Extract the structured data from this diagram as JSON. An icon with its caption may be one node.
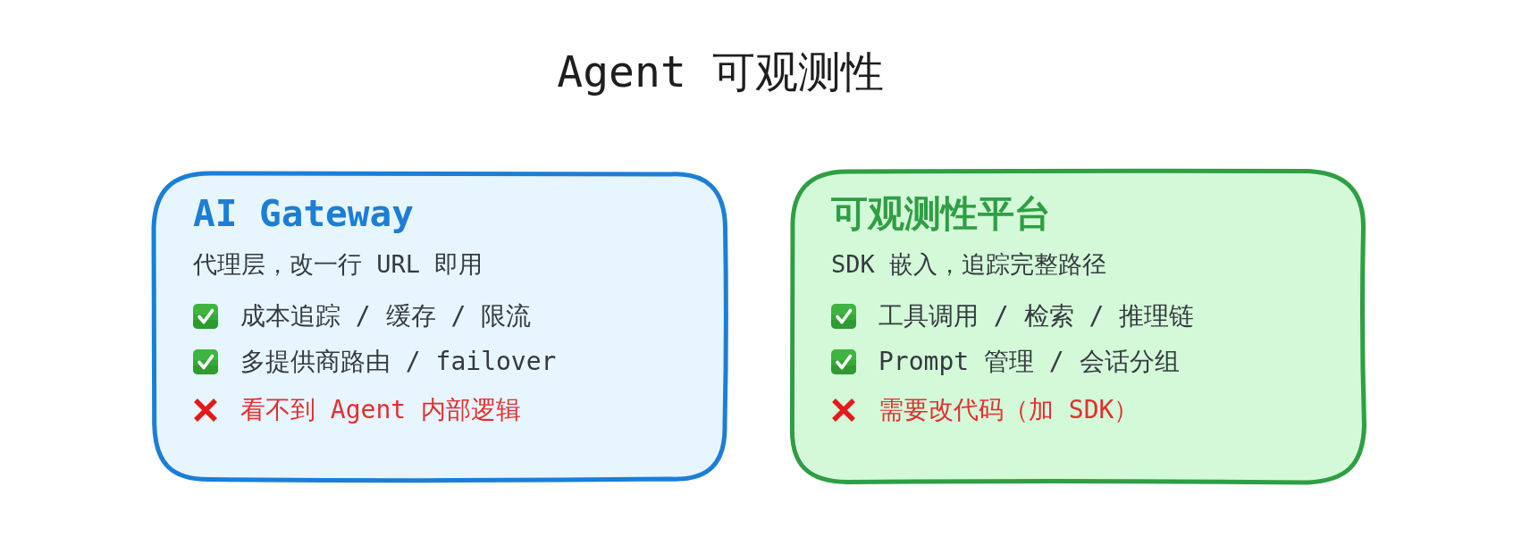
{
  "diagram": {
    "title": "Agent 可观测性",
    "nodes": [
      {
        "text": [
          "AI Gateway",
          "代理层，改一行 URL 即用",
          "成本追踪 / 缓存 / 限流",
          "多提供商路由 / failover",
          "看不到 Agent 内部逻辑"
        ]
      },
      {
        "text": [
          "可观测性平台",
          "SDK 嵌入，追踪完整路径",
          "工具调用 / 检索 / 推理链",
          "Prompt 管理 / 会话分组",
          "需要改代码（加 SDK）"
        ]
      }
    ]
  }
}
